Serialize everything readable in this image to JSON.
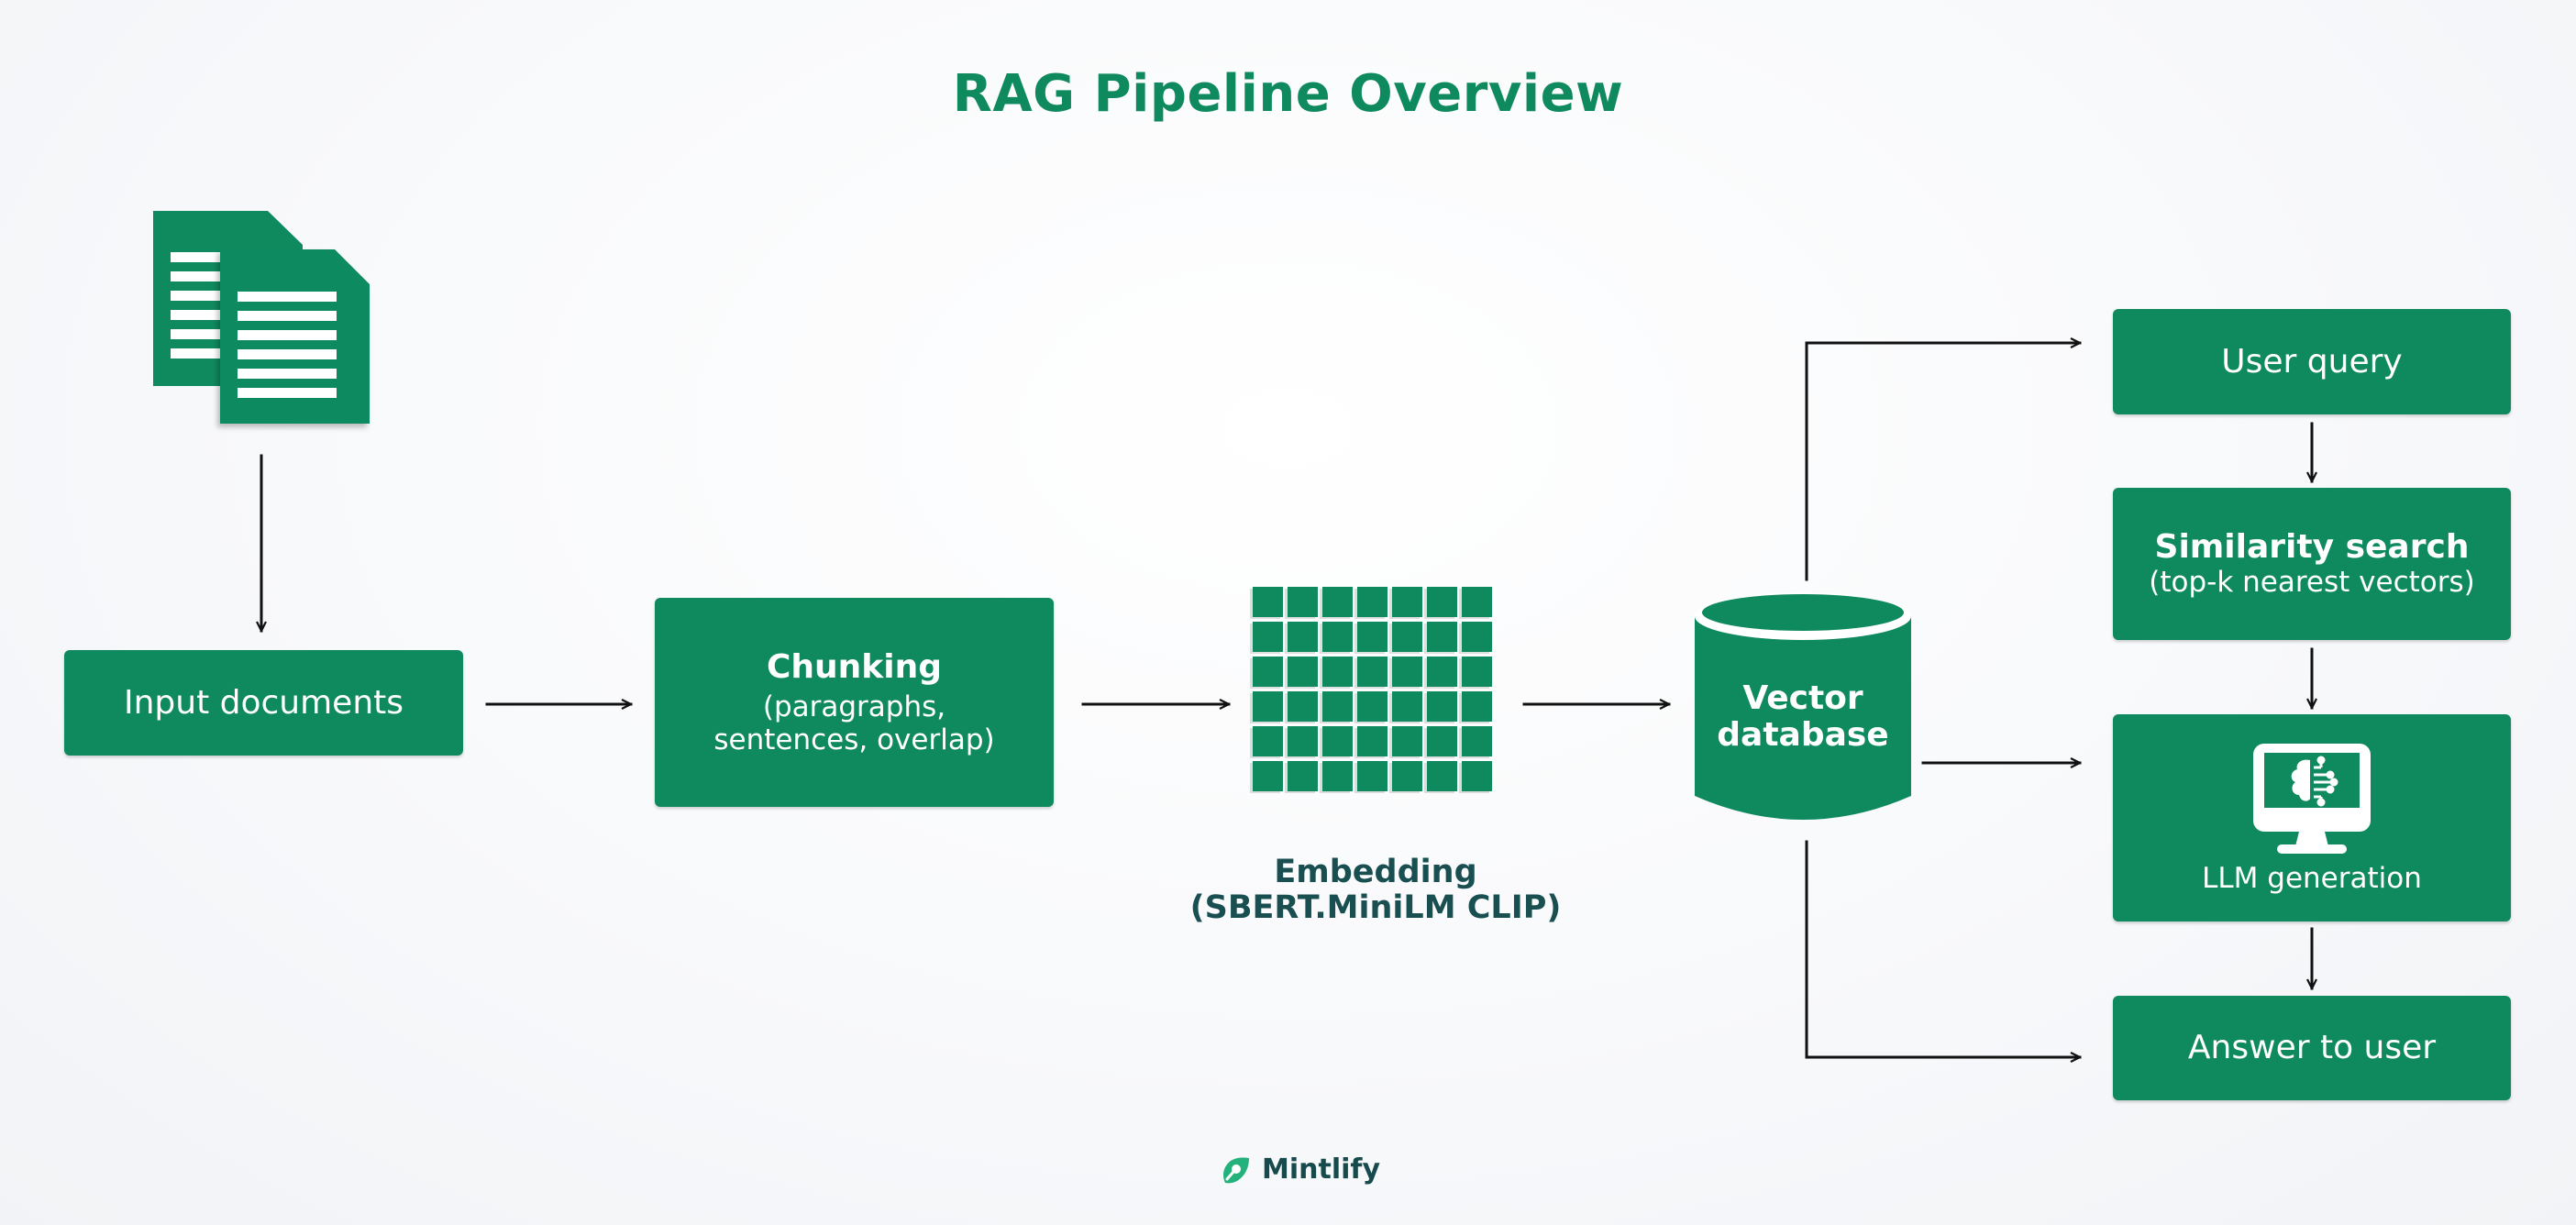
{
  "title": "RAG Pipeline Overview",
  "colors": {
    "primary_green": "#0F8A5F",
    "title_green": "#0F8A5F",
    "label_teal": "#1A4F52",
    "arrow": "#111111",
    "background": "#F5F7FA"
  },
  "nodes": {
    "documents_icon": {
      "icon": "documents-icon"
    },
    "input_documents": {
      "label": "Input documents"
    },
    "chunking": {
      "title": "Chunking",
      "subtitle_line1": "(paragraphs,",
      "subtitle_line2": "sentences, overlap)"
    },
    "embedding": {
      "icon": "embedding-grid-icon",
      "title": "Embedding",
      "subtitle": "(SBERT.MiniLM CLIP)",
      "grid_rows": 6,
      "grid_cols": 7
    },
    "vector_database": {
      "icon": "database-cylinder-icon",
      "line1": "Vector",
      "line2": "database"
    },
    "user_query": {
      "label": "User query"
    },
    "similarity_search": {
      "title": "Similarity search",
      "subtitle": "(top-k nearest vectors)"
    },
    "llm_generation": {
      "icon": "monitor-brain-icon",
      "label": "LLM generation"
    },
    "answer_to_user": {
      "label": "Answer to user"
    }
  },
  "edges": [
    {
      "from": "documents_icon",
      "to": "input_documents"
    },
    {
      "from": "input_documents",
      "to": "chunking"
    },
    {
      "from": "chunking",
      "to": "embedding"
    },
    {
      "from": "embedding",
      "to": "vector_database"
    },
    {
      "from": "vector_database",
      "to": "user_query"
    },
    {
      "from": "vector_database",
      "to": "llm_generation"
    },
    {
      "from": "vector_database",
      "to": "answer_to_user"
    },
    {
      "from": "user_query",
      "to": "similarity_search"
    },
    {
      "from": "similarity_search",
      "to": "llm_generation"
    },
    {
      "from": "llm_generation",
      "to": "answer_to_user"
    }
  ],
  "footer": {
    "logo_icon": "mintlify-leaf-icon",
    "brand": "Mintlify"
  }
}
